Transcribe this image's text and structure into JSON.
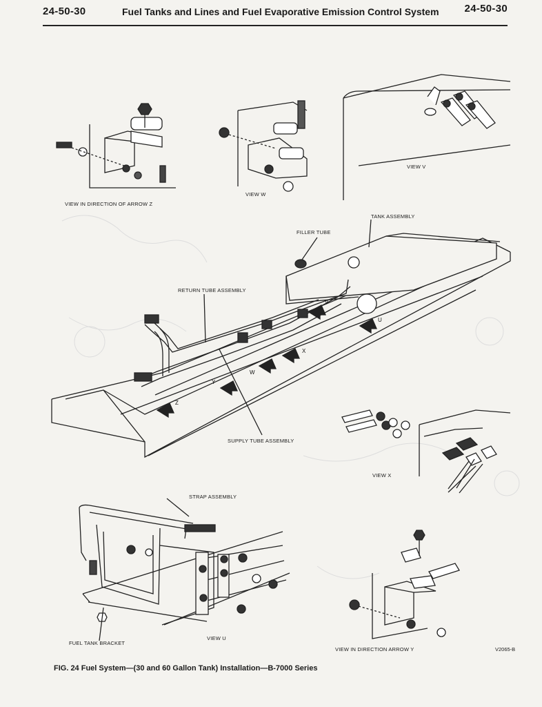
{
  "header": {
    "page_left": "24-50-30",
    "title": "Fuel Tanks and Lines and Fuel Evaporative Emission Control System",
    "page_right": "24-50-30"
  },
  "labels": {
    "view_z": "VIEW IN DIRECTION OF ARROW Z",
    "view_w": "VIEW W",
    "view_v": "VIEW V",
    "tank_assembly": "TANK ASSEMBLY",
    "filler_tube": "FILLER TUBE",
    "return_tube": "RETURN TUBE ASSEMBLY",
    "supply_tube": "SUPPLY TUBE ASSEMBLY",
    "view_x": "VIEW X",
    "strap_assembly": "STRAP ASSEMBLY",
    "fuel_tank_bracket": "FUEL TANK BRACKET",
    "view_u": "VIEW U",
    "view_y": "VIEW IN DIRECTION ARROW Y",
    "arrow_v": "V",
    "arrow_u": "U",
    "arrow_x": "X",
    "arrow_w": "W",
    "arrow_y": "Y",
    "arrow_z": "Z"
  },
  "caption": "FIG. 24 Fuel System—(30 and 60 Gallon Tank) Installation—B-7000 Series",
  "reference": "V2065-B"
}
